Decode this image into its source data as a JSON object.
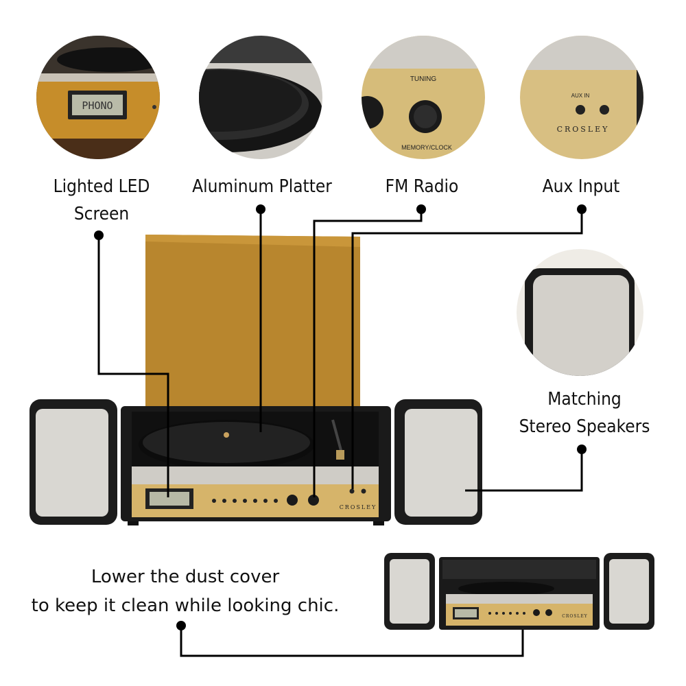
{
  "features": {
    "led": {
      "label_line1": "Lighted LED",
      "label_line2": "Screen",
      "lcd_text": "PHONO"
    },
    "platter": {
      "label": "Aluminum Platter"
    },
    "radio": {
      "label": "FM Radio",
      "tuning_text": "TUNING",
      "memo_text": "MEMORY/CLOCK"
    },
    "aux": {
      "label": "Aux Input",
      "aux_in_text": "AUX IN",
      "brand": "CROSLEY"
    },
    "speakers": {
      "label_line1": "Matching",
      "label_line2": "Stereo Speakers"
    }
  },
  "product": {
    "brand": "CROSLEY",
    "lcd_text": ""
  },
  "bottom": {
    "caption_line1": "Lower the dust cover",
    "caption_line2": "to keep it clean while looking chic.",
    "brand": "CROSLEY"
  },
  "colors": {
    "gold": "#d6b46a",
    "lid": "#b8862e",
    "black": "#1a1a1a",
    "fabric": "#d9d7d2"
  }
}
